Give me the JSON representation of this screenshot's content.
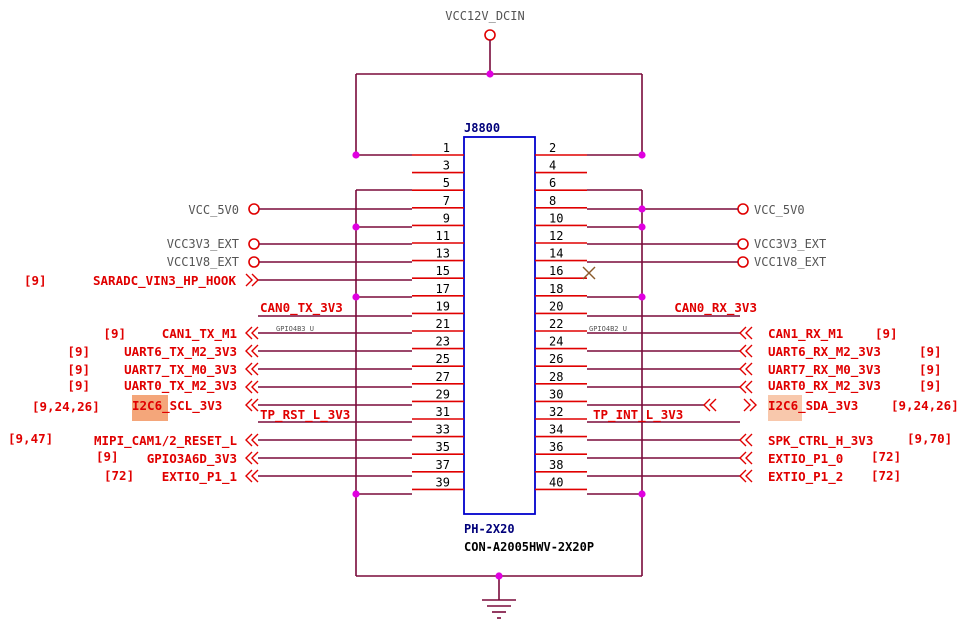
{
  "power": {
    "top": "VCC12V_DCIN",
    "left": [
      "VCC_5V0",
      "VCC3V3_EXT",
      "VCC1V8_EXT"
    ],
    "right": [
      "VCC_5V0",
      "VCC3V3_EXT",
      "VCC1V8_EXT"
    ]
  },
  "connector": {
    "ref": "J8800",
    "type": "PH-2X20",
    "part": "CON-A2005HWV-2X20P"
  },
  "pins": {
    "odd": [
      "1",
      "3",
      "5",
      "7",
      "9",
      "11",
      "13",
      "15",
      "17",
      "19",
      "21",
      "23",
      "25",
      "27",
      "29",
      "31",
      "33",
      "35",
      "37",
      "39"
    ],
    "even": [
      "2",
      "4",
      "6",
      "8",
      "10",
      "12",
      "14",
      "16",
      "18",
      "20",
      "22",
      "24",
      "26",
      "28",
      "30",
      "32",
      "34",
      "36",
      "38",
      "40"
    ]
  },
  "nets": {
    "saradc": "SARADC_VIN3_HP_HOOK",
    "saradc_ref": "[9]",
    "can0_tx": "CAN0_TX_3V3",
    "can0_rx": "CAN0_RX_3V3",
    "gpio_l": "GPIO4B3_U",
    "gpio_r": "GPIO4B2_U",
    "left_ports": [
      {
        "name": "CAN1_TX_M1",
        "ref": "[9]"
      },
      {
        "name": "UART6_TX_M2_3V3",
        "ref": "[9]"
      },
      {
        "name": "UART7_TX_M0_3V3",
        "ref": "[9]"
      },
      {
        "name": "UART0_TX_M2_3V3",
        "ref": "[9]"
      }
    ],
    "right_ports": [
      {
        "name": "CAN1_RX_M1",
        "ref": "[9]"
      },
      {
        "name": "UART6_RX_M2_3V3",
        "ref": "[9]"
      },
      {
        "name": "UART7_RX_M0_3V3",
        "ref": "[9]"
      },
      {
        "name": "UART0_RX_M2_3V3",
        "ref": "[9]"
      }
    ],
    "i2c_scl": {
      "hl": "I2C6",
      "rest": "_SCL_3V3",
      "ref": "[9,24,26]"
    },
    "i2c_sda": {
      "hl": "I2C6",
      "rest": "_SDA_3V3",
      "ref": "[9,24,26]"
    },
    "tp_rst": "TP_RST_L_3V3",
    "tp_int": "TP_INT_L_3V3",
    "left_bottom": [
      {
        "name": "MIPI_CAM1/2_RESET_L",
        "ref": "[9,47]"
      },
      {
        "name": "GPIO3A6D_3V3",
        "ref": "[9]"
      },
      {
        "name": "EXTIO_P1_1",
        "ref": "[72]"
      }
    ],
    "right_bottom": [
      {
        "name": "SPK_CTRL_H_3V3",
        "ref": "[9,70]"
      },
      {
        "name": "EXTIO_P1_0",
        "ref": "[72]"
      },
      {
        "name": "EXTIO_P1_2",
        "ref": "[72]"
      }
    ]
  },
  "colors": {
    "wire": "#7a0a3a",
    "pin_wire": "#e00000",
    "junction": "#e000e0",
    "body": "#0000cc",
    "net": "#e00000",
    "highlight": "#f4a67a"
  }
}
